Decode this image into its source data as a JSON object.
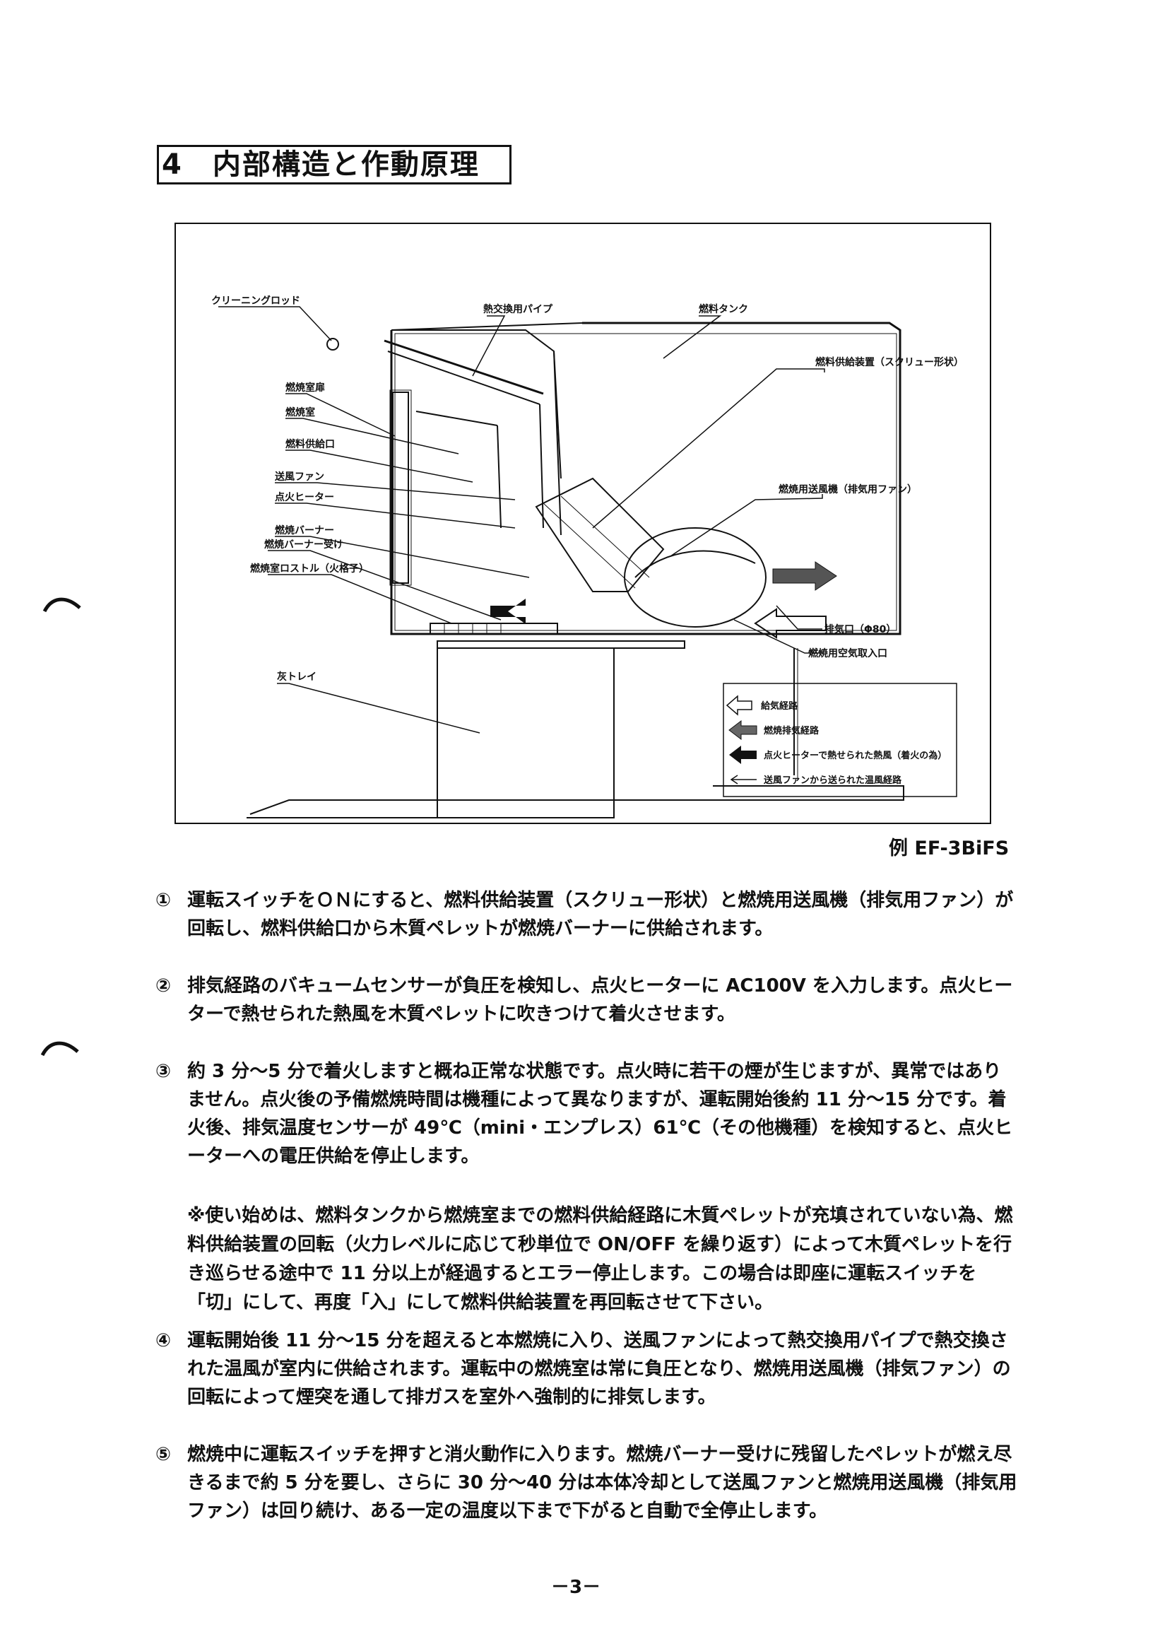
{
  "section_title": "4　内部構造と作動原理",
  "diagram": {
    "labels": {
      "cleaning_rod": "クリーニングロッド",
      "heat_exchange_pipe": "熱交換用パイプ",
      "fuel_tank": "燃料タンク",
      "fuel_feeder": "燃料供給装置（スクリュー形状）",
      "combustion_window": "燃焼室扉",
      "combustion_chamber": "燃焼室",
      "fuel_supply_port": "燃料供給口",
      "blower_fan": "送風ファン",
      "igniter_heater": "点火ヒーター",
      "combustion_blower": "燃焼用送風機（排気用ファン）",
      "burner": "燃焼バーナー",
      "burner_receiver": "燃焼バーナー受け",
      "grate": "燃焼室ロストル（火格子）",
      "exhaust_port": "排気口（Φ80）",
      "combustion_air_intake": "燃焼用空気取入口",
      "ash_tray": "灰トレイ"
    },
    "legend": [
      "給気経路",
      "燃焼排気経路",
      "点火ヒーターで熱せられた熱風（着火の為）",
      "送風ファンから送られた温風経路"
    ]
  },
  "model_caption": "例 EF-3BiFS",
  "items": [
    {
      "num": "①",
      "text": "運転スイッチをＯＮにすると、燃料供給装置（スクリュー形状）と燃焼用送風機（排気用ファン）が回転し、燃料供給口から木質ペレットが燃焼バーナーに供給されます。"
    },
    {
      "num": "②",
      "text": "排気経路のバキュームセンサーが負圧を検知し、点火ヒーターに AC100V を入力します。点火ヒーターで熱せられた熱風を木質ペレットに吹きつけて着火させます。"
    },
    {
      "num": "③",
      "text": "約 3 分～5 分で着火しますと概ね正常な状態です。点火時に若干の煙が生じますが、異常ではありません。点火後の予備燃焼時間は機種によって異なりますが、運転開始後約 11 分～15 分です。着火後、排気温度センサーが 49℃（mini・エンプレス）61℃（その他機種）を検知すると、点火ヒーターへの電圧供給を停止します。"
    },
    {
      "num": "④",
      "text": "運転開始後 11 分～15 分を超えると本燃焼に入り、送風ファンによって熱交換用パイプで熱交換された温風が室内に供給されます。運転中の燃焼室は常に負圧となり、燃焼用送風機（排気ファン）の回転によって煙突を通して排ガスを室外へ強制的に排気します。"
    },
    {
      "num": "⑤",
      "text": "燃焼中に運転スイッチを押すと消火動作に入ります。燃焼バーナー受けに残留したペレットが燃え尽きるまで約 5 分を要し、さらに 30 分～40 分は本体冷却として送風ファンと燃焼用送風機（排気用ファン）は回り続け、ある一定の温度以下まで下がると自動で全停止します。"
    }
  ],
  "note": "※使い始めは、燃料タンクから燃焼室までの燃料供給経路に木質ペレットが充填されていない為、燃料供給装置の回転（火力レベルに応じて秒単位で ON/OFF を繰り返す）によって木質ペレットを行き巡らせる途中で 11 分以上が経過するとエラー停止します。この場合は即座に運転スイッチを「切」にして、再度「入」にして燃料供給装置を再回転させて下さい。",
  "page_number": "－3－"
}
